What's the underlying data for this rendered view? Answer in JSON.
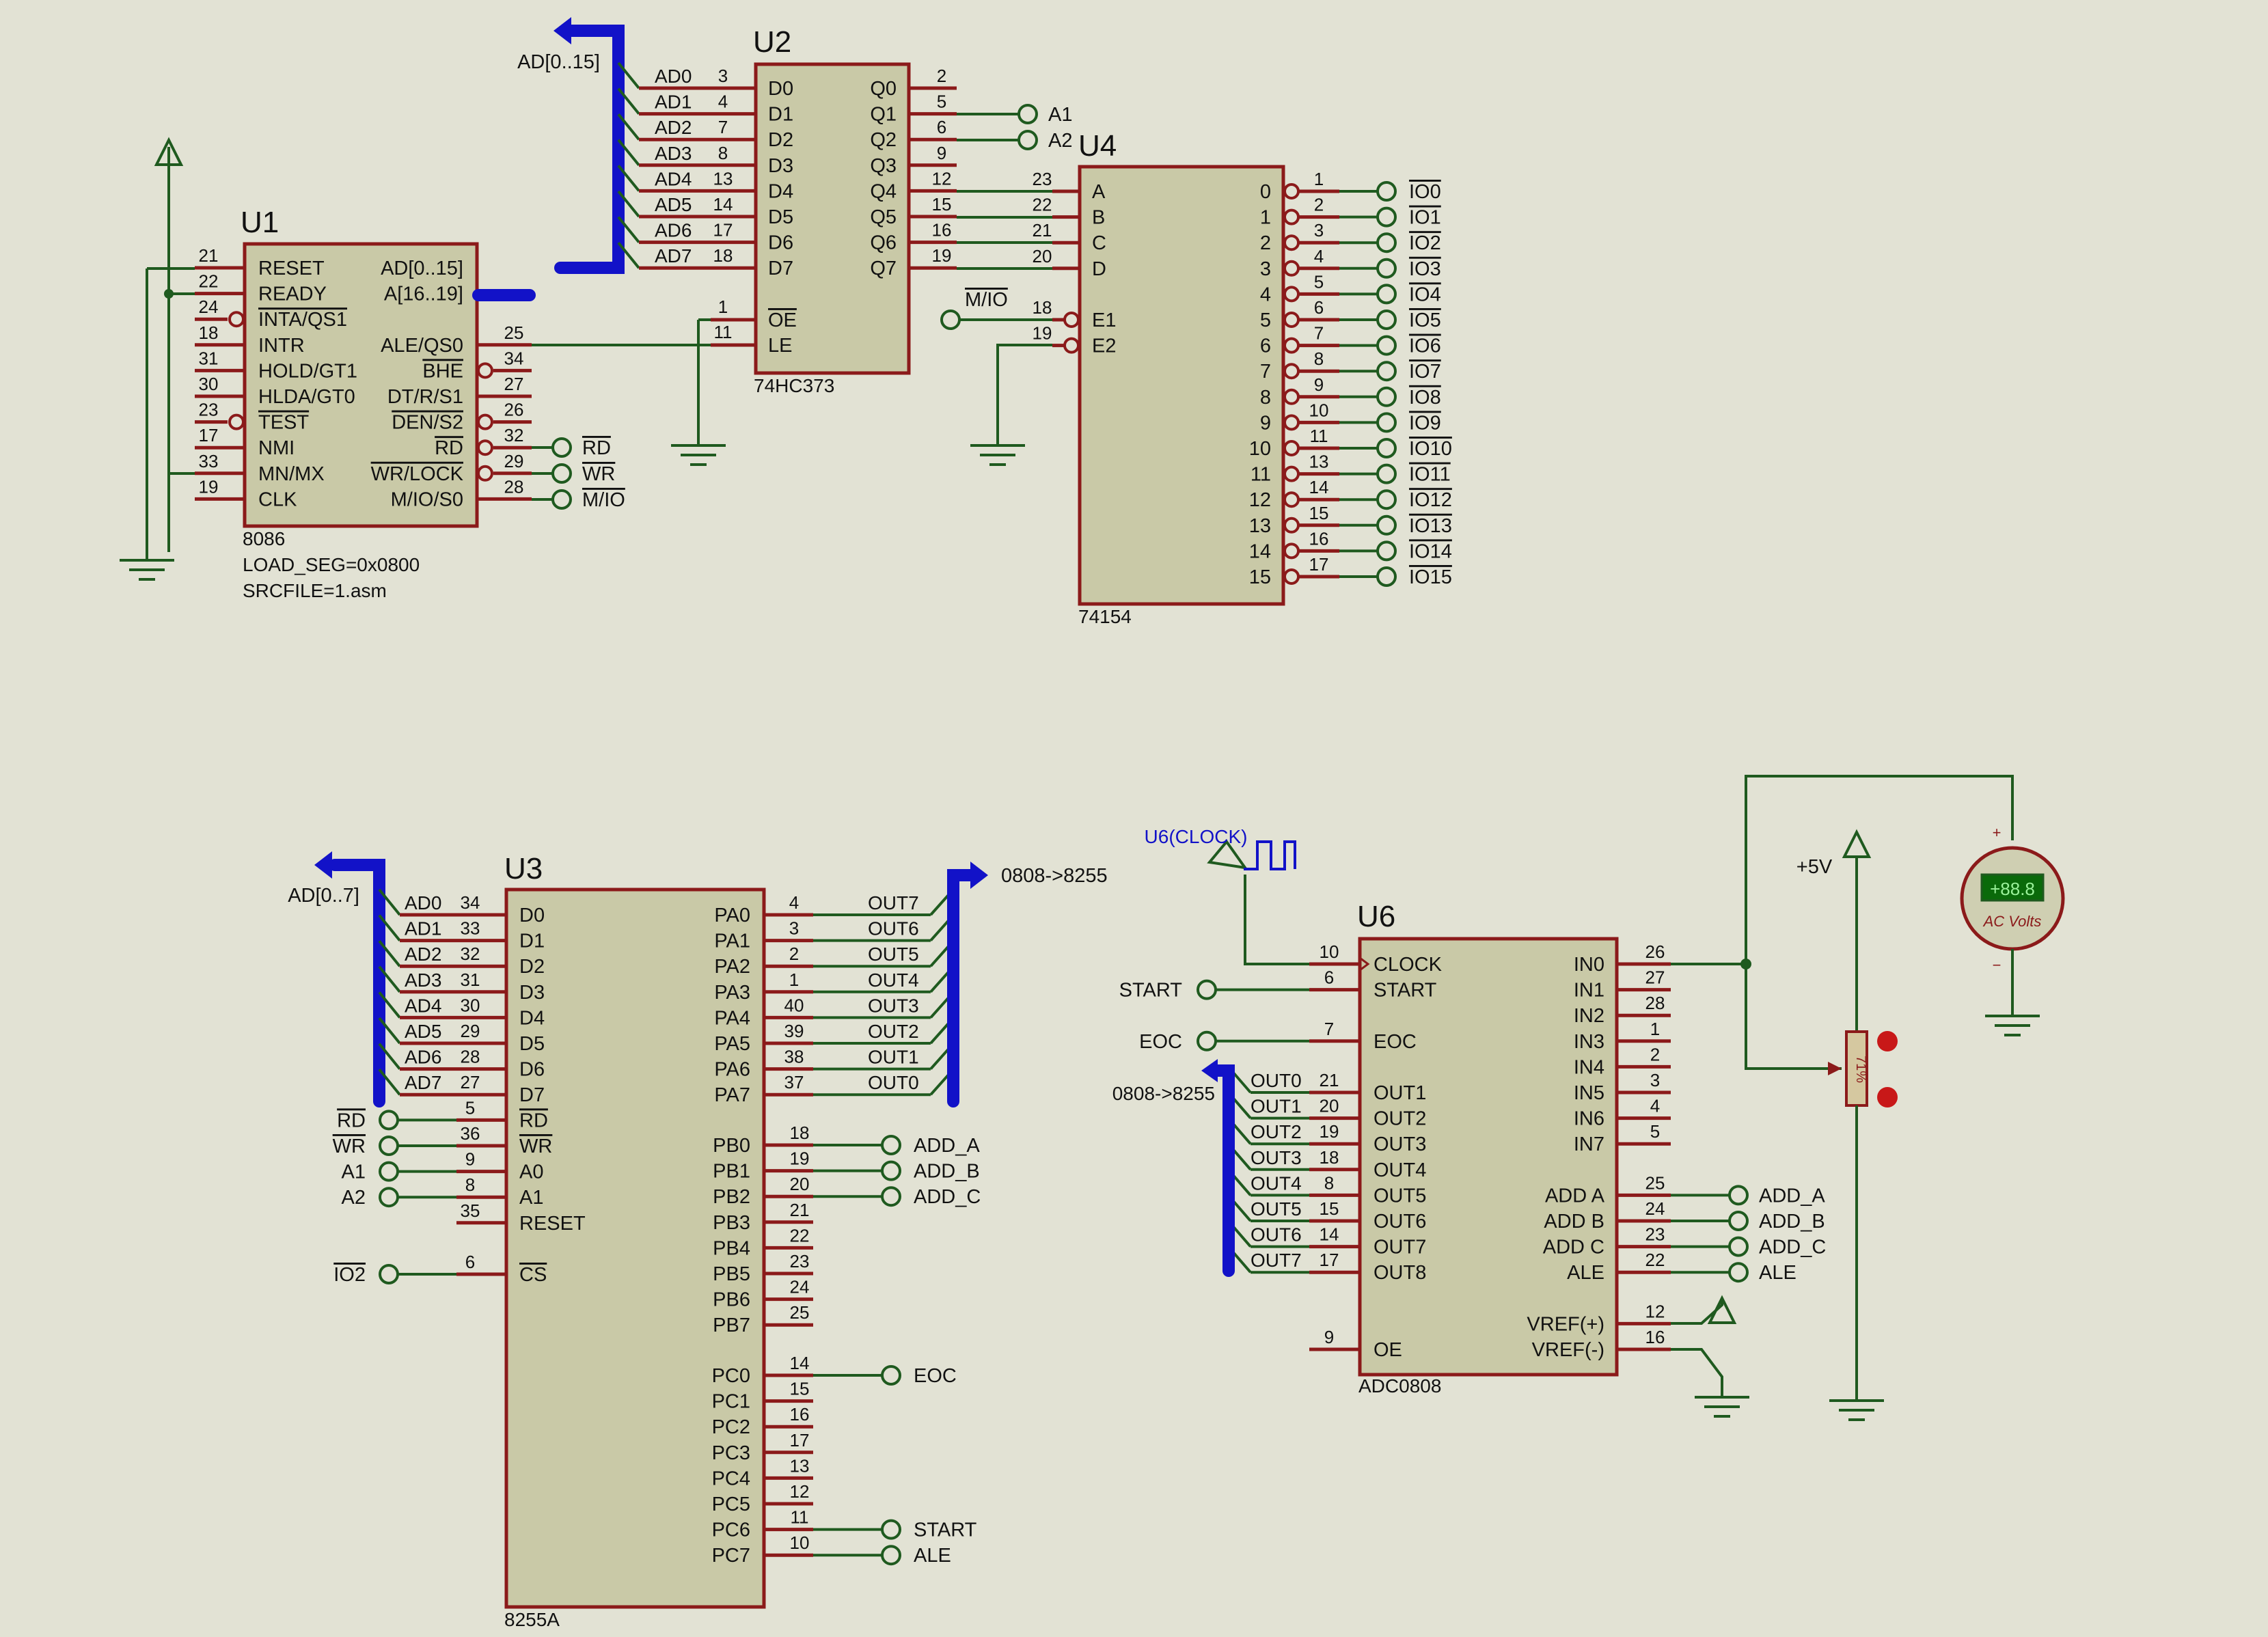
{
  "u1": {
    "ref": "U1",
    "part": "8086",
    "prop1": "LOAD_SEG=0x0800",
    "prop2": "SRCFILE=1.asm",
    "left_pins": [
      {
        "name": "RESET",
        "num": "21",
        "bubble": false
      },
      {
        "name": "READY",
        "num": "22",
        "bubble": false
      },
      {
        "name": "INTA/QS1",
        "num": "24",
        "bubble": true
      },
      {
        "name": "INTR",
        "num": "18",
        "bubble": false
      },
      {
        "name": "HOLD/GT1",
        "num": "31",
        "bubble": false
      },
      {
        "name": "HLDA/GT0",
        "num": "30",
        "bubble": false
      },
      {
        "name": "TEST",
        "num": "23",
        "bubble": true
      },
      {
        "name": "NMI",
        "num": "17",
        "bubble": false
      },
      {
        "name": "MN/MX",
        "num": "33",
        "bubble": false
      },
      {
        "name": "CLK",
        "num": "19",
        "bubble": false
      }
    ],
    "right_pins": [
      {
        "name": "AD[0..15]",
        "num": "",
        "bubble": false
      },
      {
        "name": "A[16..19]",
        "num": "",
        "bubble": false
      },
      {
        "name": "",
        "num": "",
        "bubble": false
      },
      {
        "name": "ALE/QS0",
        "num": "25",
        "bubble": false
      },
      {
        "name": "BHE",
        "num": "34",
        "bubble": true
      },
      {
        "name": "DT/R/S1",
        "num": "27",
        "bubble": false
      },
      {
        "name": "DEN/S2",
        "num": "26",
        "bubble": true
      },
      {
        "name": "RD",
        "num": "32",
        "bubble": true
      },
      {
        "name": "WR/LOCK",
        "num": "29",
        "bubble": true
      },
      {
        "name": "M/IO/S0",
        "num": "28",
        "bubble": false
      }
    ],
    "terminals": [
      "RD",
      "WR",
      "M/IO"
    ]
  },
  "u2": {
    "ref": "U2",
    "part": "74HC373",
    "left_pins": [
      {
        "name": "D0",
        "num": "3",
        "net": "AD0"
      },
      {
        "name": "D1",
        "num": "4",
        "net": "AD1"
      },
      {
        "name": "D2",
        "num": "7",
        "net": "AD2"
      },
      {
        "name": "D3",
        "num": "8",
        "net": "AD3"
      },
      {
        "name": "D4",
        "num": "13",
        "net": "AD4"
      },
      {
        "name": "D5",
        "num": "14",
        "net": "AD5"
      },
      {
        "name": "D6",
        "num": "17",
        "net": "AD6"
      },
      {
        "name": "D7",
        "num": "18",
        "net": "AD7"
      }
    ],
    "right_pins": [
      {
        "name": "Q0",
        "num": "2"
      },
      {
        "name": "Q1",
        "num": "5"
      },
      {
        "name": "Q2",
        "num": "6"
      },
      {
        "name": "Q3",
        "num": "9"
      },
      {
        "name": "Q4",
        "num": "12"
      },
      {
        "name": "Q5",
        "num": "15"
      },
      {
        "name": "Q6",
        "num": "16"
      },
      {
        "name": "Q7",
        "num": "19"
      }
    ],
    "oe": {
      "name": "OE",
      "num": "1"
    },
    "le": {
      "name": "LE",
      "num": "11"
    },
    "bus_label": "AD[0..15]",
    "terminals": [
      "A1",
      "A2"
    ]
  },
  "u4": {
    "ref": "U4",
    "part": "74154",
    "inputs": [
      {
        "name": "A",
        "num": "23"
      },
      {
        "name": "B",
        "num": "22"
      },
      {
        "name": "C",
        "num": "21"
      },
      {
        "name": "D",
        "num": "20"
      },
      {
        "name": "E1",
        "num": "18"
      },
      {
        "name": "E2",
        "num": "19"
      }
    ],
    "mio_label": "M/IO",
    "outputs": [
      {
        "name": "0",
        "num": "1",
        "net": "IO0"
      },
      {
        "name": "1",
        "num": "2",
        "net": "IO1"
      },
      {
        "name": "2",
        "num": "3",
        "net": "IO2"
      },
      {
        "name": "3",
        "num": "4",
        "net": "IO3"
      },
      {
        "name": "4",
        "num": "5",
        "net": "IO4"
      },
      {
        "name": "5",
        "num": "6",
        "net": "IO5"
      },
      {
        "name": "6",
        "num": "7",
        "net": "IO6"
      },
      {
        "name": "7",
        "num": "8",
        "net": "IO7"
      },
      {
        "name": "8",
        "num": "9",
        "net": "IO8"
      },
      {
        "name": "9",
        "num": "10",
        "net": "IO9"
      },
      {
        "name": "10",
        "num": "11",
        "net": "IO10"
      },
      {
        "name": "11",
        "num": "13",
        "net": "IO11"
      },
      {
        "name": "12",
        "num": "14",
        "net": "IO12"
      },
      {
        "name": "13",
        "num": "15",
        "net": "IO13"
      },
      {
        "name": "14",
        "num": "16",
        "net": "IO14"
      },
      {
        "name": "15",
        "num": "17",
        "net": "IO15"
      }
    ]
  },
  "u3": {
    "ref": "U3",
    "part": "8255A",
    "bus_label": "AD[0..7]",
    "out_bus_label": "0808->8255",
    "data_pins": [
      {
        "name": "D0",
        "num": "34",
        "net": "AD0"
      },
      {
        "name": "D1",
        "num": "33",
        "net": "AD1"
      },
      {
        "name": "D2",
        "num": "32",
        "net": "AD2"
      },
      {
        "name": "D3",
        "num": "31",
        "net": "AD3"
      },
      {
        "name": "D4",
        "num": "30",
        "net": "AD4"
      },
      {
        "name": "D5",
        "num": "29",
        "net": "AD5"
      },
      {
        "name": "D6",
        "num": "28",
        "net": "AD6"
      },
      {
        "name": "D7",
        "num": "27",
        "net": "AD7"
      }
    ],
    "ctrl_pins": [
      {
        "name": "RD",
        "num": "5",
        "net": "RD",
        "row": 9
      },
      {
        "name": "WR",
        "num": "36",
        "net": "WR",
        "row": 10
      },
      {
        "name": "A0",
        "num": "9",
        "net": "A1",
        "row": 11
      },
      {
        "name": "A1",
        "num": "8",
        "net": "A2",
        "row": 12
      },
      {
        "name": "RESET",
        "num": "35",
        "net": "",
        "row": 13
      },
      {
        "name": "CS",
        "num": "6",
        "net": "IO2",
        "row": 15
      }
    ],
    "pa_pins": [
      {
        "name": "PA0",
        "num": "4",
        "net": "OUT7"
      },
      {
        "name": "PA1",
        "num": "3",
        "net": "OUT6"
      },
      {
        "name": "PA2",
        "num": "2",
        "net": "OUT5"
      },
      {
        "name": "PA3",
        "num": "1",
        "net": "OUT4"
      },
      {
        "name": "PA4",
        "num": "40",
        "net": "OUT3"
      },
      {
        "name": "PA5",
        "num": "39",
        "net": "OUT2"
      },
      {
        "name": "PA6",
        "num": "38",
        "net": "OUT1"
      },
      {
        "name": "PA7",
        "num": "37",
        "net": "OUT0"
      }
    ],
    "pb_pins": [
      {
        "name": "PB0",
        "num": "18",
        "net": "ADD_A"
      },
      {
        "name": "PB1",
        "num": "19",
        "net": "ADD_B"
      },
      {
        "name": "PB2",
        "num": "20",
        "net": "ADD_C"
      },
      {
        "name": "PB3",
        "num": "21",
        "net": ""
      },
      {
        "name": "PB4",
        "num": "22",
        "net": ""
      },
      {
        "name": "PB5",
        "num": "23",
        "net": ""
      },
      {
        "name": "PB6",
        "num": "24",
        "net": ""
      },
      {
        "name": "PB7",
        "num": "25",
        "net": ""
      }
    ],
    "pc_pins": [
      {
        "name": "PC0",
        "num": "14",
        "net": "EOC"
      },
      {
        "name": "PC1",
        "num": "15",
        "net": ""
      },
      {
        "name": "PC2",
        "num": "16",
        "net": ""
      },
      {
        "name": "PC3",
        "num": "17",
        "net": ""
      },
      {
        "name": "PC4",
        "num": "13",
        "net": ""
      },
      {
        "name": "PC5",
        "num": "12",
        "net": ""
      },
      {
        "name": "PC6",
        "num": "11",
        "net": "START"
      },
      {
        "name": "PC7",
        "num": "10",
        "net": "ALE"
      }
    ]
  },
  "u6": {
    "ref": "U6",
    "part": "ADC0808",
    "clock_label": "U6(CLOCK)",
    "bus_label": "0808->8255",
    "supply_label": "+5V",
    "pot_value": "71%",
    "meter_reading": "+88.8",
    "meter_unit": "AC Volts",
    "left_pins": [
      {
        "name": "CLOCK",
        "num": "10",
        "net": "",
        "row": 0
      },
      {
        "name": "START",
        "num": "6",
        "net": "START",
        "row": 1
      },
      {
        "name": "EOC",
        "num": "7",
        "net": "EOC",
        "row": 3
      },
      {
        "name": "OUT1",
        "num": "21",
        "net": "OUT0",
        "row": 5
      },
      {
        "name": "OUT2",
        "num": "20",
        "net": "OUT1",
        "row": 6
      },
      {
        "name": "OUT3",
        "num": "19",
        "net": "OUT2",
        "row": 7
      },
      {
        "name": "OUT4",
        "num": "18",
        "net": "OUT3",
        "row": 8
      },
      {
        "name": "OUT5",
        "num": "8",
        "net": "OUT4",
        "row": 9
      },
      {
        "name": "OUT6",
        "num": "15",
        "net": "OUT5",
        "row": 10
      },
      {
        "name": "OUT7",
        "num": "14",
        "net": "OUT6",
        "row": 11
      },
      {
        "name": "OUT8",
        "num": "17",
        "net": "OUT7",
        "row": 12
      },
      {
        "name": "OE",
        "num": "9",
        "net": "",
        "row": 15
      }
    ],
    "right_pins": [
      {
        "name": "IN0",
        "num": "26",
        "net": "",
        "row": 0
      },
      {
        "name": "IN1",
        "num": "27",
        "net": "",
        "row": 1
      },
      {
        "name": "IN2",
        "num": "28",
        "net": "",
        "row": 2
      },
      {
        "name": "IN3",
        "num": "1",
        "net": "",
        "row": 3
      },
      {
        "name": "IN4",
        "num": "2",
        "net": "",
        "row": 4
      },
      {
        "name": "IN5",
        "num": "3",
        "net": "",
        "row": 5
      },
      {
        "name": "IN6",
        "num": "4",
        "net": "",
        "row": 6
      },
      {
        "name": "IN7",
        "num": "5",
        "net": "",
        "row": 7
      },
      {
        "name": "ADD A",
        "num": "25",
        "net": "ADD_A",
        "row": 9
      },
      {
        "name": "ADD B",
        "num": "24",
        "net": "ADD_B",
        "row": 10
      },
      {
        "name": "ADD C",
        "num": "23",
        "net": "ADD_C",
        "row": 11
      },
      {
        "name": "ALE",
        "num": "22",
        "net": "ALE",
        "row": 12
      },
      {
        "name": "VREF(+)",
        "num": "12",
        "net": "",
        "row": 14
      },
      {
        "name": "VREF(-)",
        "num": "16",
        "net": "",
        "row": 15
      }
    ]
  }
}
